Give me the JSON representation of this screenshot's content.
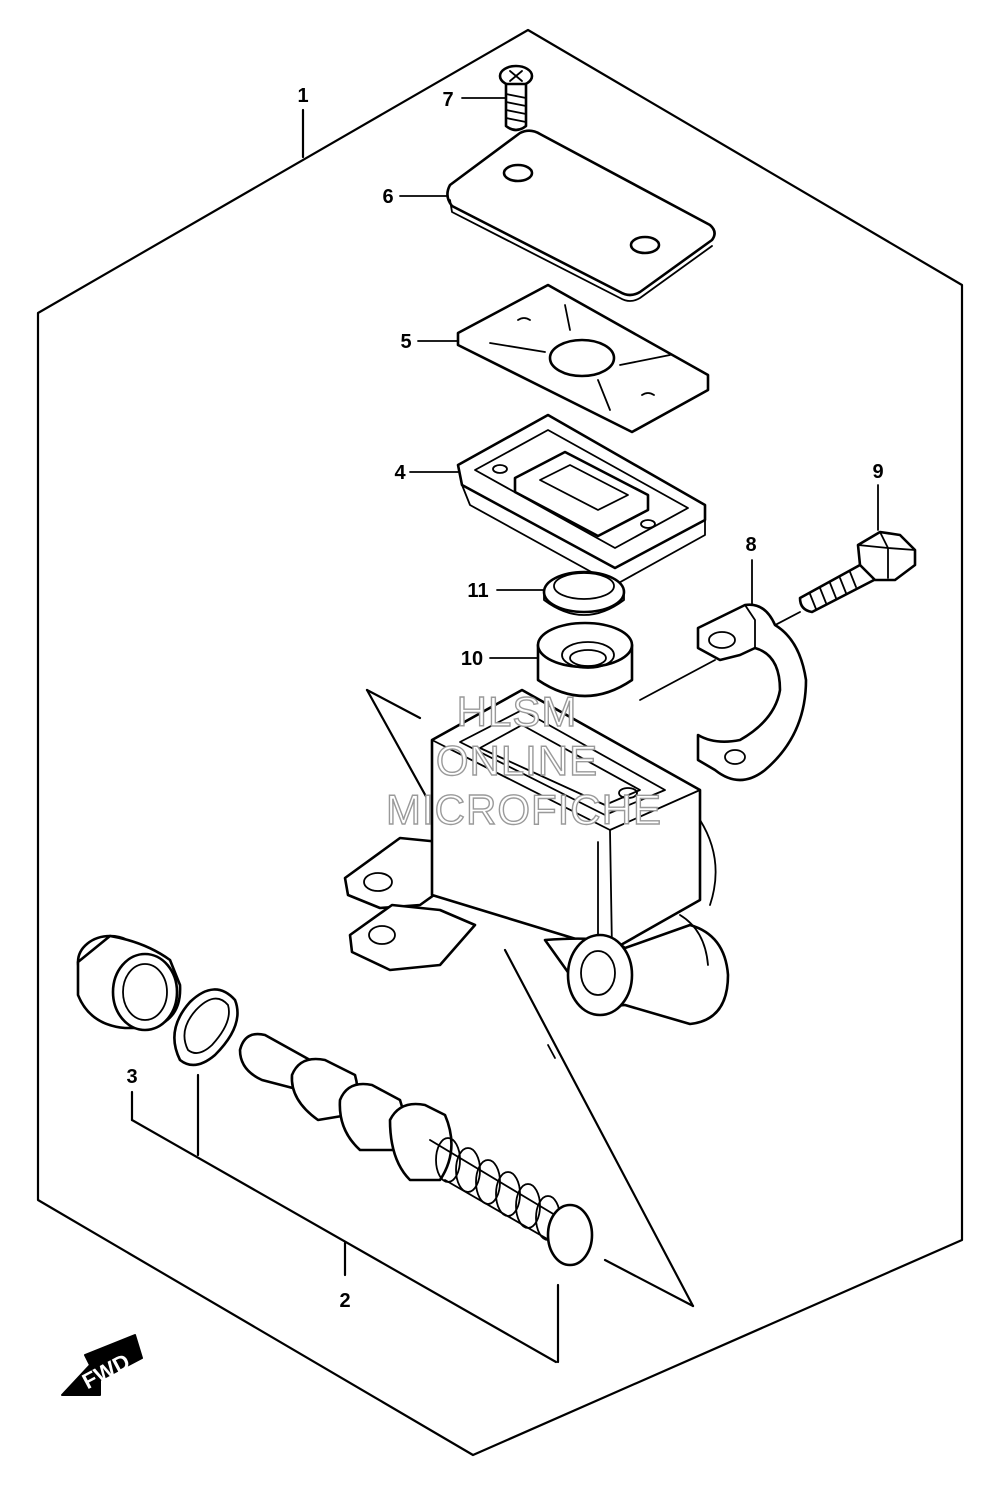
{
  "callouts": {
    "c1": "1",
    "c2": "2",
    "c3": "3",
    "c4": "4",
    "c5": "5",
    "c6": "6",
    "c7": "7",
    "c8": "8",
    "c9": "9",
    "c10": "10",
    "c11": "11"
  },
  "watermark": {
    "line1": "HLSM",
    "line2": "ONLINE",
    "line3": "MICROFICHE"
  },
  "direction_label": "FWD"
}
